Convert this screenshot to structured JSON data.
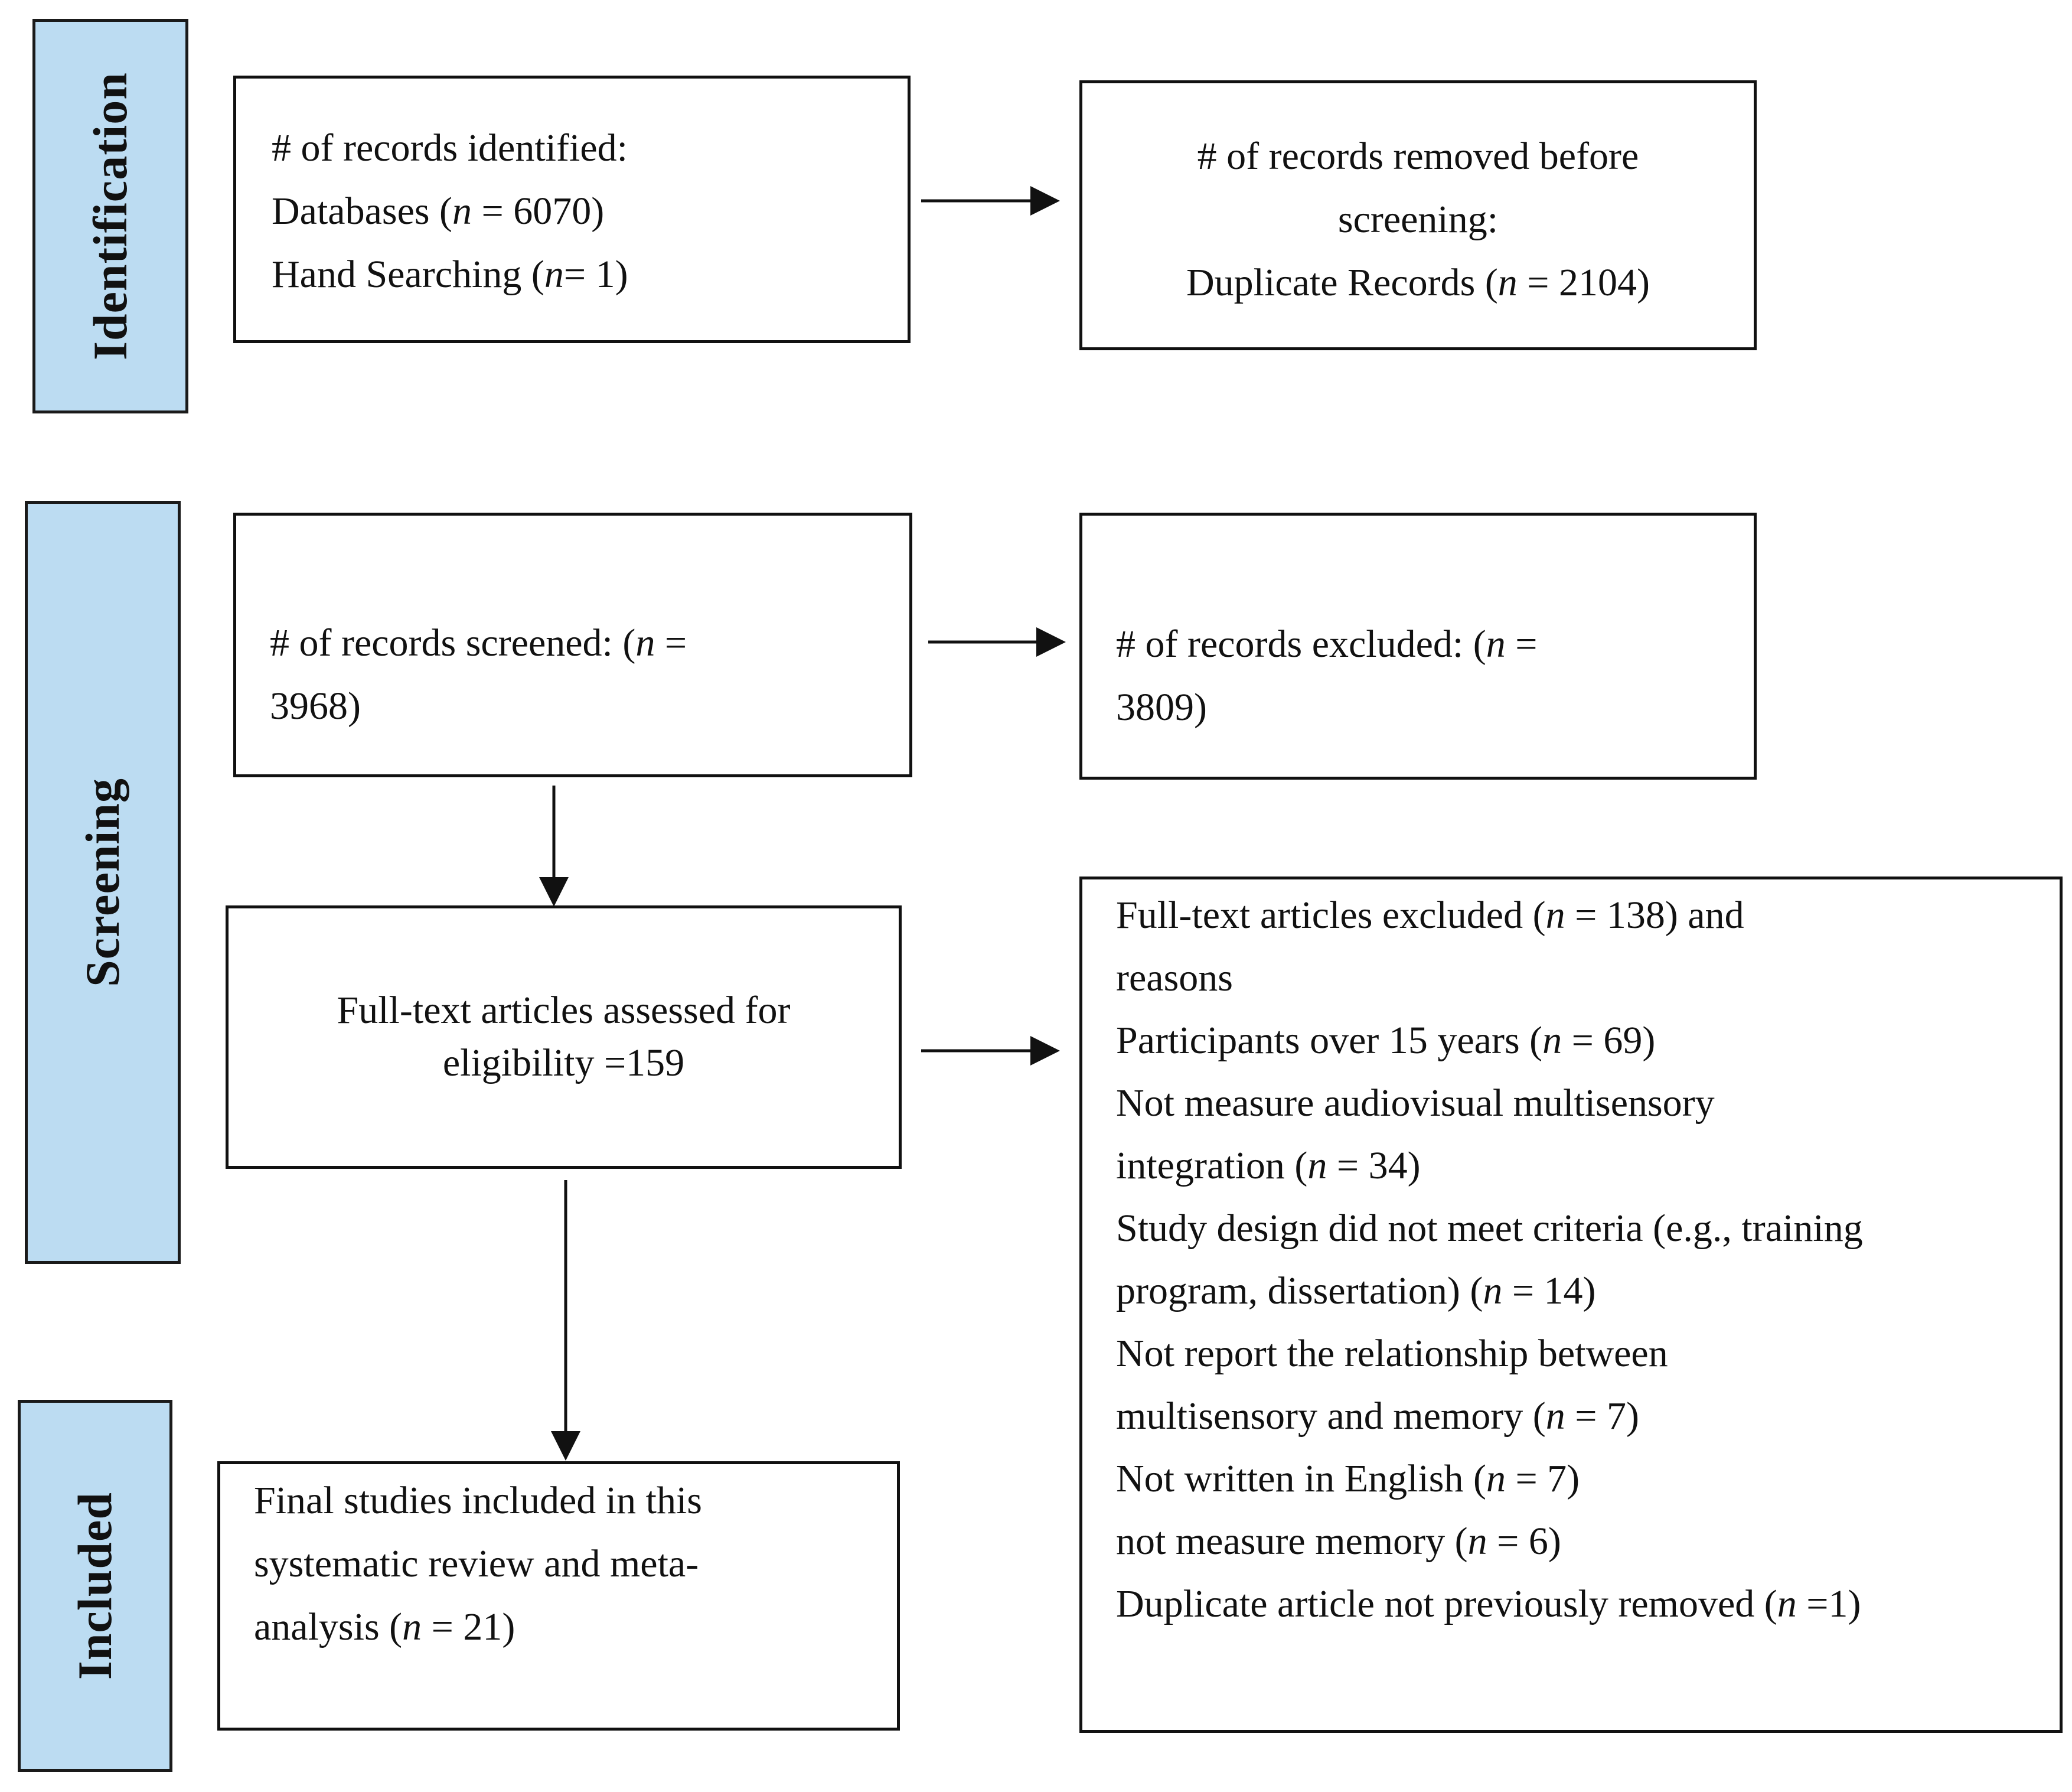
{
  "phases": {
    "identification": "Identification",
    "screening": "Screening",
    "included": "Included"
  },
  "boxes": {
    "identified": {
      "line1": "# of records identified:",
      "line2_pre": "Databases (",
      "line2_n": "n",
      "line2_post": " = 6070)",
      "line3_pre": "Hand Searching (",
      "line3_n": "n",
      "line3_post": "= 1)"
    },
    "removed": {
      "line1": "# of records removed before",
      "line2": "screening:",
      "line3_pre": "Duplicate Records (",
      "line3_n": "n",
      "line3_post": " = 2104)"
    },
    "screened": {
      "line1_pre": "# of records screened: (",
      "line1_n": "n",
      "line1_post": " =",
      "line2": "3968)"
    },
    "excluded": {
      "line1_pre": "# of records excluded: (",
      "line1_n": "n",
      "line1_post": " =",
      "line2": "3809)"
    },
    "assessed": {
      "line1": "Full-text articles assessed for",
      "line2": "eligibility =159"
    },
    "fulltext_excluded": {
      "l1_pre": "Full-text articles excluded (",
      "l1_n": "n",
      "l1_post": " = 138) and",
      "l2": "reasons",
      "l3_pre": "Participants over 15 years (",
      "l3_n": "n",
      "l3_post": " = 69)",
      "l4": "Not measure audiovisual multisensory",
      "l5_pre": "integration (",
      "l5_n": "n",
      "l5_post": " = 34)",
      "l6": "Study design did not meet criteria (e.g., training",
      "l7_pre": "program, dissertation) (",
      "l7_n": "n",
      "l7_post": " = 14)",
      "l8": "Not report the relationship between",
      "l9_pre": "multisensory and memory (",
      "l9_n": "n",
      "l9_post": " = 7)",
      "l10_pre": "Not written in English (",
      "l10_n": "n",
      "l10_post": " = 7)",
      "l11_pre": "not measure memory (",
      "l11_n": "n",
      "l11_post": " = 6)",
      "l12_pre": "Duplicate article not previously removed (",
      "l12_n": "n",
      "l12_post": " =1)"
    },
    "final": {
      "line1": "Final studies included in this",
      "line2": "systematic review and meta-",
      "line3_pre": "analysis (",
      "line3_n": "n",
      "line3_post": " = 21)"
    }
  }
}
